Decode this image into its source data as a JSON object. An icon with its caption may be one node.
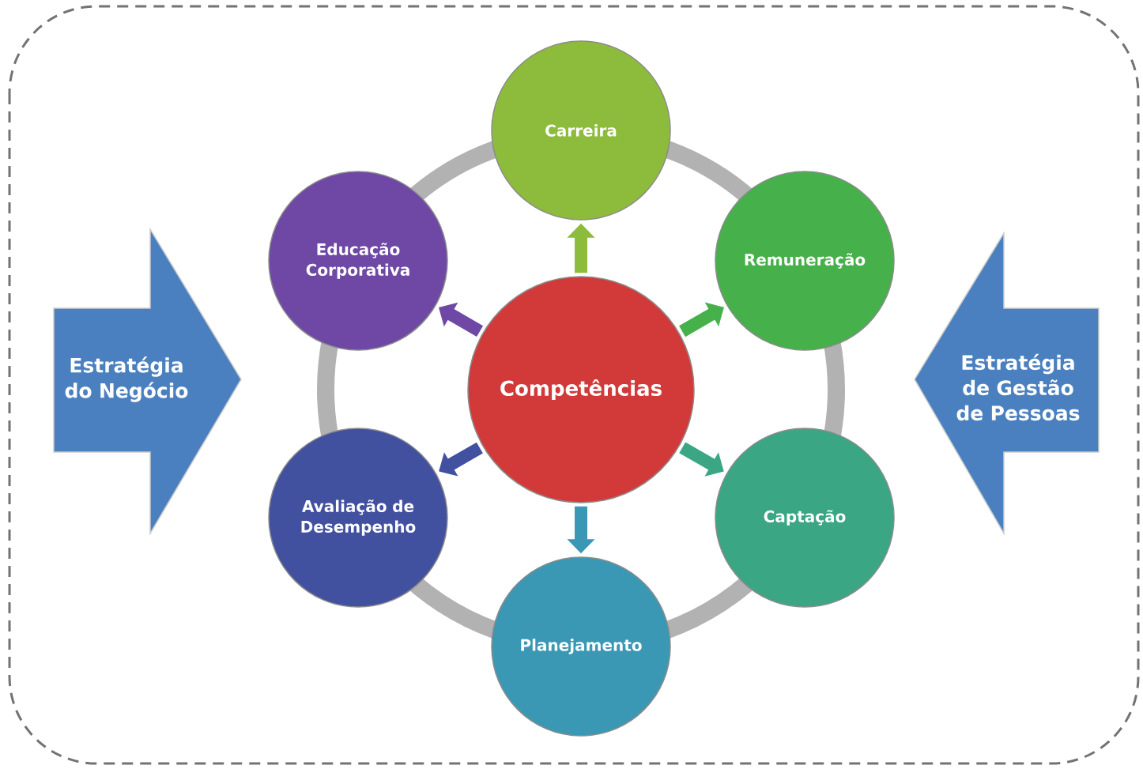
{
  "diagram": {
    "nodes": [
      {
        "text": [
          "Competências"
        ]
      },
      {
        "text": [
          "Carreira"
        ]
      },
      {
        "text": [
          "Remuneração"
        ]
      },
      {
        "text": [
          "Captação"
        ]
      },
      {
        "text": [
          "Planejamento"
        ]
      },
      {
        "text": [
          "Avaliação de Desempenho"
        ]
      },
      {
        "text": [
          "Educação Corporativa"
        ]
      },
      {
        "text": [
          "Estratégia do Negócio"
        ]
      },
      {
        "text": [
          "Estratégia de Gestão de Pessoas"
        ]
      }
    ],
    "edges": [
      {
        "from": 0,
        "to": 1,
        "arrow": "to",
        "color": "#8dbb3c"
      },
      {
        "from": 0,
        "to": 2,
        "arrow": "to",
        "color": "#46b04a"
      },
      {
        "from": 0,
        "to": 3,
        "arrow": "to",
        "color": "#3aa683"
      },
      {
        "from": 0,
        "to": 4,
        "arrow": "to",
        "color": "#3a98b4"
      },
      {
        "from": 0,
        "to": 5,
        "arrow": "to",
        "color": "#4250a0"
      },
      {
        "from": 0,
        "to": 6,
        "arrow": "to",
        "color": "#6e48a4"
      }
    ]
  }
}
